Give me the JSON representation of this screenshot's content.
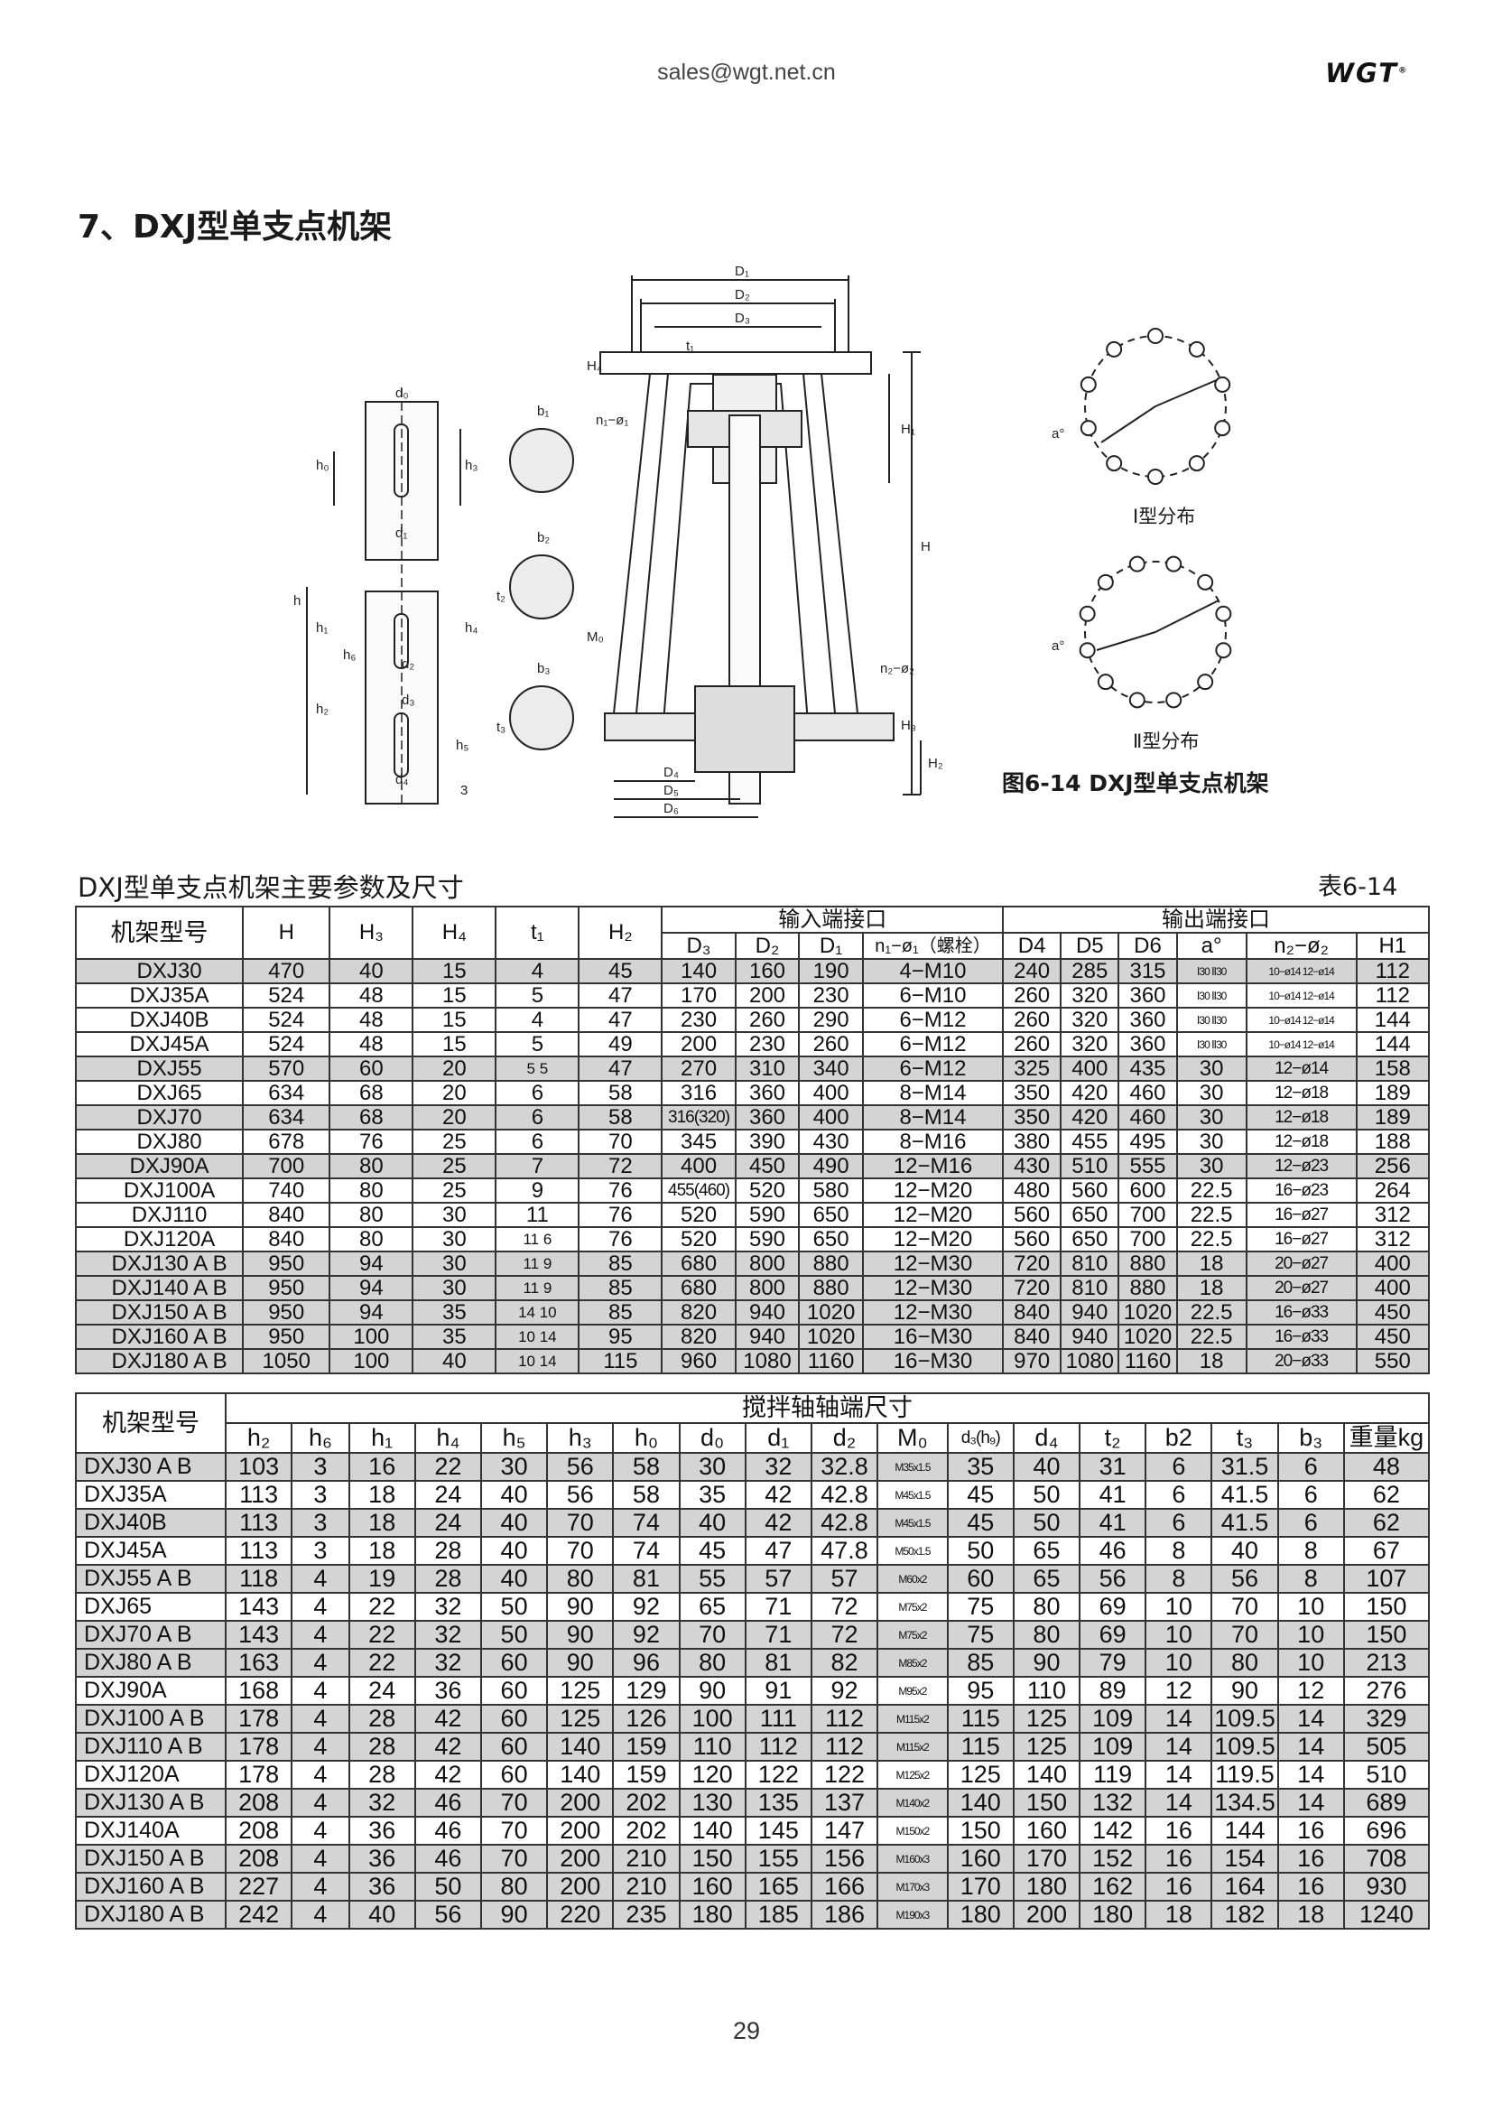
{
  "header": {
    "email": "sales@wgt.net.cn",
    "logo": "WGT",
    "logo_mark": "®"
  },
  "section_title": "7、DXJ型单支点机架",
  "figure": {
    "caption": "图6-14  DXJ型单支点机架",
    "dist_1": "Ⅰ型分布",
    "dist_2": "Ⅱ型分布",
    "labels": {
      "D1": "D₁",
      "D2": "D₂",
      "D3": "D₃",
      "H4": "H₄",
      "t1": "t₁",
      "n1": "n₁−ø₁",
      "H1": "H₁",
      "H": "H",
      "n2": "n₂−ø₂",
      "H3": "H₃",
      "H2": "H₂",
      "D4": "D₄",
      "D5": "D₅",
      "D6": "D₆",
      "d0": "d₀",
      "h0": "h₀",
      "h3": "h₃",
      "d1": "d₁",
      "h": "h",
      "h1": "h₁",
      "h4": "h₄",
      "h6": "h₆",
      "d2": "d₂",
      "h2": "h₂",
      "d3": "d₃",
      "h5": "h₅",
      "d4": "d₄",
      "s3": "3",
      "b1": "b₁",
      "b2": "b₂",
      "t2": "t₂",
      "M0": "M₀",
      "b3": "b₃",
      "t3": "t₃",
      "a": "a°"
    }
  },
  "table1": {
    "caption": "DXJ型单支点机架主要参数及尺寸",
    "number": "表6-14",
    "h_model": "机架型号",
    "h_H": "H",
    "h_H3": "H₃",
    "h_H4": "H₄",
    "h_t1": "t₁",
    "h_H2": "H₂",
    "h_input": "输入端接口",
    "h_output": "输出端接口",
    "h_D3": "D₃",
    "h_D2": "D₂",
    "h_D1": "D₁",
    "h_n1": "n₁−ø₁（螺栓）",
    "h_D4": "D4",
    "h_D5": "D5",
    "h_D6": "D6",
    "h_a": "a°",
    "h_n2": "n₂−ø₂",
    "h_H1": "H1",
    "rows": [
      [
        "DXJ30",
        "470",
        "40",
        "15",
        "4",
        "45",
        "140",
        "160",
        "190",
        "4−M10",
        "240",
        "285",
        "315",
        "Ⅰ30 Ⅱ30",
        "10−ø14 12−ø14",
        "112"
      ],
      [
        "DXJ35A",
        "524",
        "48",
        "15",
        "5",
        "47",
        "170",
        "200",
        "230",
        "6−M10",
        "260",
        "320",
        "360",
        "Ⅰ30 Ⅱ30",
        "10−ø14 12−ø14",
        "112"
      ],
      [
        "DXJ40B",
        "524",
        "48",
        "15",
        "4",
        "47",
        "230",
        "260",
        "290",
        "6−M12",
        "260",
        "320",
        "360",
        "Ⅰ30 Ⅱ30",
        "10−ø14 12−ø14",
        "144"
      ],
      [
        "DXJ45A",
        "524",
        "48",
        "15",
        "5",
        "49",
        "200",
        "230",
        "260",
        "6−M12",
        "260",
        "320",
        "360",
        "Ⅰ30 Ⅱ30",
        "10−ø14 12−ø14",
        "144"
      ],
      [
        "DXJ55",
        "570",
        "60",
        "20",
        "5 5",
        "47",
        "270",
        "310",
        "340",
        "6−M12",
        "325",
        "400",
        "435",
        "30",
        "12−ø14",
        "158"
      ],
      [
        "DXJ65",
        "634",
        "68",
        "20",
        "6",
        "58",
        "316",
        "360",
        "400",
        "8−M14",
        "350",
        "420",
        "460",
        "30",
        "12−ø18",
        "189"
      ],
      [
        "DXJ70",
        "634",
        "68",
        "20",
        "6",
        "58",
        "316(320)",
        "360",
        "400",
        "8−M14",
        "350",
        "420",
        "460",
        "30",
        "12−ø18",
        "189"
      ],
      [
        "DXJ80",
        "678",
        "76",
        "25",
        "6",
        "70",
        "345",
        "390",
        "430",
        "8−M16",
        "380",
        "455",
        "495",
        "30",
        "12−ø18",
        "188"
      ],
      [
        "DXJ90A",
        "700",
        "80",
        "25",
        "7",
        "72",
        "400",
        "450",
        "490",
        "12−M16",
        "430",
        "510",
        "555",
        "30",
        "12−ø23",
        "256"
      ],
      [
        "DXJ100A",
        "740",
        "80",
        "25",
        "9",
        "76",
        "455(460)",
        "520",
        "580",
        "12−M20",
        "480",
        "560",
        "600",
        "22.5",
        "16−ø23",
        "264"
      ],
      [
        "DXJ110",
        "840",
        "80",
        "30",
        "11",
        "76",
        "520",
        "590",
        "650",
        "12−M20",
        "560",
        "650",
        "700",
        "22.5",
        "16−ø27",
        "312"
      ],
      [
        "DXJ120A",
        "840",
        "80",
        "30",
        "11 6",
        "76",
        "520",
        "590",
        "650",
        "12−M20",
        "560",
        "650",
        "700",
        "22.5",
        "16−ø27",
        "312"
      ],
      [
        "DXJ130 A B",
        "950",
        "94",
        "30",
        "11 9",
        "85",
        "680",
        "800",
        "880",
        "12−M30",
        "720",
        "810",
        "880",
        "18",
        "20−ø27",
        "400"
      ],
      [
        "DXJ140 A B",
        "950",
        "94",
        "30",
        "11 9",
        "85",
        "680",
        "800",
        "880",
        "12−M30",
        "720",
        "810",
        "880",
        "18",
        "20−ø27",
        "400"
      ],
      [
        "DXJ150 A B",
        "950",
        "94",
        "35",
        "14 10",
        "85",
        "820",
        "940",
        "1020",
        "12−M30",
        "840",
        "940",
        "1020",
        "22.5",
        "16−ø33",
        "450"
      ],
      [
        "DXJ160 A B",
        "950",
        "100",
        "35",
        "10 14",
        "95",
        "820",
        "940",
        "1020",
        "16−M30",
        "840",
        "940",
        "1020",
        "22.5",
        "16−ø33",
        "450"
      ],
      [
        "DXJ180 A B",
        "1050",
        "100",
        "40",
        "10 14",
        "115",
        "960",
        "1080",
        "1160",
        "16−M30",
        "970",
        "1080",
        "1160",
        "18",
        "20−ø33",
        "550"
      ]
    ]
  },
  "table2": {
    "h_model": "机架型号",
    "h_group": "搅拌轴轴端尺寸",
    "cols": [
      "h₂",
      "h₆",
      "h₁",
      "h₄",
      "h₅",
      "h₃",
      "h₀",
      "d₀",
      "d₁",
      "d₂",
      "M₀",
      "d₃(h₉)",
      "d₄",
      "t₂",
      "b2",
      "t₃",
      "b₃",
      "重量kg"
    ],
    "rows": [
      [
        "DXJ30 A B",
        "103",
        "3",
        "16",
        "22",
        "30",
        "56",
        "58",
        "30",
        "32",
        "32.8",
        "M35x1.5",
        "35",
        "40",
        "31",
        "6",
        "31.5",
        "6",
        "48"
      ],
      [
        "DXJ35A",
        "113",
        "3",
        "18",
        "24",
        "40",
        "56",
        "58",
        "35",
        "42",
        "42.8",
        "M45x1.5",
        "45",
        "50",
        "41",
        "6",
        "41.5",
        "6",
        "62"
      ],
      [
        "DXJ40B",
        "113",
        "3",
        "18",
        "24",
        "40",
        "70",
        "74",
        "40",
        "42",
        "42.8",
        "M45x1.5",
        "45",
        "50",
        "41",
        "6",
        "41.5",
        "6",
        "62"
      ],
      [
        "DXJ45A",
        "113",
        "3",
        "18",
        "28",
        "40",
        "70",
        "74",
        "45",
        "47",
        "47.8",
        "M50x1.5",
        "50",
        "65",
        "46",
        "8",
        "40",
        "8",
        "67"
      ],
      [
        "DXJ55 A B",
        "118",
        "4",
        "19",
        "28",
        "40",
        "80",
        "81",
        "55",
        "57",
        "57",
        "M60x2",
        "60",
        "65",
        "56",
        "8",
        "56",
        "8",
        "107"
      ],
      [
        "DXJ65",
        "143",
        "4",
        "22",
        "32",
        "50",
        "90",
        "92",
        "65",
        "71",
        "72",
        "M75x2",
        "75",
        "80",
        "69",
        "10",
        "70",
        "10",
        "150"
      ],
      [
        "DXJ70 A B",
        "143",
        "4",
        "22",
        "32",
        "50",
        "90",
        "92",
        "70",
        "71",
        "72",
        "M75x2",
        "75",
        "80",
        "69",
        "10",
        "70",
        "10",
        "150"
      ],
      [
        "DXJ80 A B",
        "163",
        "4",
        "22",
        "32",
        "60",
        "90",
        "96",
        "80",
        "81",
        "82",
        "M85x2",
        "85",
        "90",
        "79",
        "10",
        "80",
        "10",
        "213"
      ],
      [
        "DXJ90A",
        "168",
        "4",
        "24",
        "36",
        "60",
        "125",
        "129",
        "90",
        "91",
        "92",
        "M95x2",
        "95",
        "110",
        "89",
        "12",
        "90",
        "12",
        "276"
      ],
      [
        "DXJ100 A B",
        "178",
        "4",
        "28",
        "42",
        "60",
        "125",
        "126",
        "100",
        "111",
        "112",
        "M115x2",
        "115",
        "125",
        "109",
        "14",
        "109.5",
        "14",
        "329"
      ],
      [
        "DXJ110 A B",
        "178",
        "4",
        "28",
        "42",
        "60",
        "140",
        "159",
        "110",
        "112",
        "112",
        "M115x2",
        "115",
        "125",
        "109",
        "14",
        "109.5",
        "14",
        "505"
      ],
      [
        "DXJ120A",
        "178",
        "4",
        "28",
        "42",
        "60",
        "140",
        "159",
        "120",
        "122",
        "122",
        "M125x2",
        "125",
        "140",
        "119",
        "14",
        "119.5",
        "14",
        "510"
      ],
      [
        "DXJ130 A B",
        "208",
        "4",
        "32",
        "46",
        "70",
        "200",
        "202",
        "130",
        "135",
        "137",
        "M140x2",
        "140",
        "150",
        "132",
        "14",
        "134.5",
        "14",
        "689"
      ],
      [
        "DXJ140A",
        "208",
        "4",
        "36",
        "46",
        "70",
        "200",
        "202",
        "140",
        "145",
        "147",
        "M150x2",
        "150",
        "160",
        "142",
        "16",
        "144",
        "16",
        "696"
      ],
      [
        "DXJ150 A B",
        "208",
        "4",
        "36",
        "46",
        "70",
        "200",
        "210",
        "150",
        "155",
        "156",
        "M160x3",
        "160",
        "170",
        "152",
        "16",
        "154",
        "16",
        "708"
      ],
      [
        "DXJ160 A B",
        "227",
        "4",
        "36",
        "50",
        "80",
        "200",
        "210",
        "160",
        "165",
        "166",
        "M170x3",
        "170",
        "180",
        "162",
        "16",
        "164",
        "16",
        "930"
      ],
      [
        "DXJ180 A B",
        "242",
        "4",
        "40",
        "56",
        "90",
        "220",
        "235",
        "180",
        "185",
        "186",
        "M190x3",
        "180",
        "200",
        "180",
        "18",
        "182",
        "18",
        "1240"
      ]
    ]
  },
  "page_number": "29"
}
